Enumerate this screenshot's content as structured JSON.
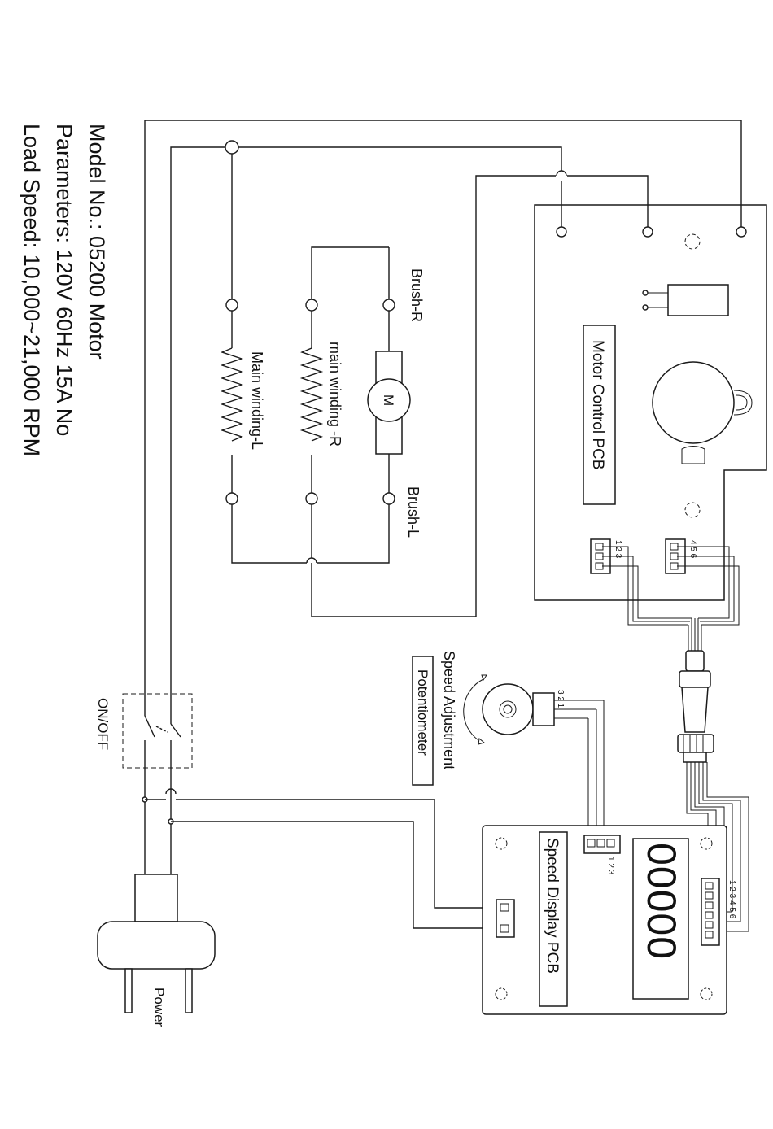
{
  "header": {
    "model": "Model No.:  05200 Motor",
    "parameters": "Parameters:  120V 60Hz 15A No",
    "load_speed": "Load Speed: 10,000~21,000 RPM"
  },
  "motor": {
    "symbol": "M",
    "brush_r": "Brush-R",
    "brush_l": "Brush-L",
    "winding_r": "main winding -R",
    "winding_l": "Main winding-L"
  },
  "motor_pcb": {
    "label": "Motor Control PCB",
    "conn_a_pins": "1 2 3",
    "conn_b_pins": "4 5 6"
  },
  "speed_pcb": {
    "label": "Speed Display PCB",
    "display_value": "00000",
    "pot_conn_pins": "1 2 3",
    "main_conn_pins": "1 2 3 4 5 6"
  },
  "potentiometer": {
    "title": "Speed Adjustment",
    "label": "Potentiometer",
    "pins": "3 2 1"
  },
  "switch": {
    "label": "ON/OFF"
  },
  "plug": {
    "label": "Power"
  }
}
